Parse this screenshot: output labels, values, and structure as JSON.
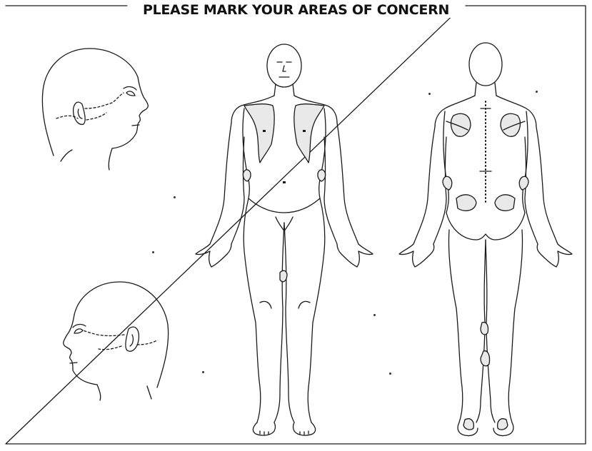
{
  "form": {
    "title": "PLEASE MARK YOUR AREAS OF CONCERN"
  },
  "figures": [
    {
      "name": "head-right-profile"
    },
    {
      "name": "head-left-profile"
    },
    {
      "name": "body-front"
    },
    {
      "name": "body-back"
    }
  ]
}
